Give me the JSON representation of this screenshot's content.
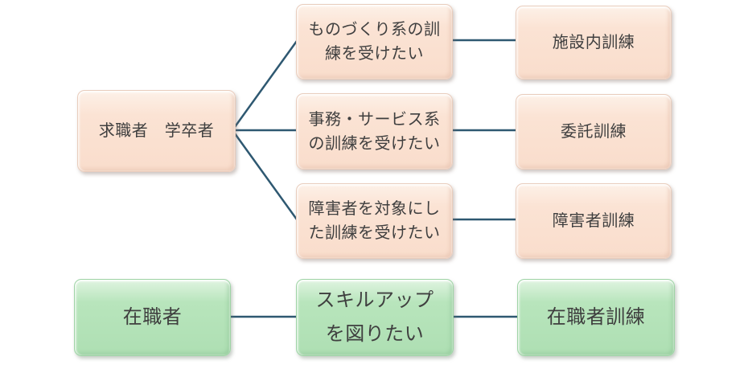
{
  "colors": {
    "connector": "#2e5871",
    "peach_fill": "#fbe3d4",
    "green_fill": "#b8e5bc",
    "text": "#3f3f3f"
  },
  "nodes": {
    "jobseeker": {
      "label": "求職者　学卒者"
    },
    "need_manufacturing": {
      "line1": "ものづくり系の訓",
      "line2": "練を受けたい"
    },
    "need_office_service": {
      "line1": "事務・サービス系",
      "line2": "の訓練を受けたい"
    },
    "need_disability": {
      "line1": "障害者を対象にし",
      "line2": "た訓練を受けたい"
    },
    "program_facility": {
      "label": "施設内訓練"
    },
    "program_commissioned": {
      "label": "委託訓練"
    },
    "program_disability": {
      "label": "障害者訓練"
    },
    "employed": {
      "label": "在職者"
    },
    "need_skillup": {
      "line1": "スキルアップ",
      "line2": "を図りたい"
    },
    "program_employed": {
      "label": "在職者訓練"
    }
  },
  "edges": [
    {
      "from": "jobseeker",
      "to": "need_manufacturing"
    },
    {
      "from": "jobseeker",
      "to": "need_office_service"
    },
    {
      "from": "jobseeker",
      "to": "need_disability"
    },
    {
      "from": "need_manufacturing",
      "to": "program_facility"
    },
    {
      "from": "need_office_service",
      "to": "program_commissioned"
    },
    {
      "from": "need_disability",
      "to": "program_disability"
    },
    {
      "from": "employed",
      "to": "need_skillup"
    },
    {
      "from": "need_skillup",
      "to": "program_employed"
    }
  ]
}
